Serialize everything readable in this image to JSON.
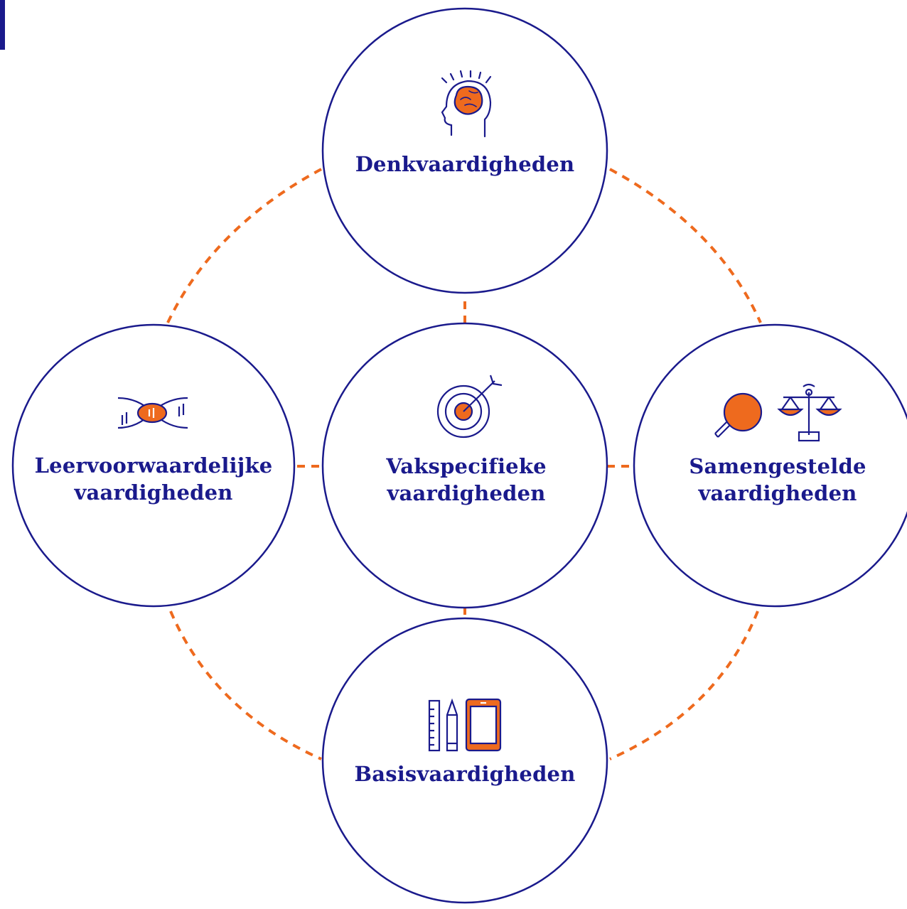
{
  "colors": {
    "navy": "#1a1a8c",
    "orange": "#ee6a1e",
    "background": "#ffffff"
  },
  "nodes": {
    "top": {
      "lines": [
        "Denkvaardigheden"
      ],
      "icon": "brain-head-icon"
    },
    "left": {
      "lines": [
        "Leervoorwaardelijke",
        "vaardigheden"
      ],
      "icon": "dna-helix-icon"
    },
    "center": {
      "lines": [
        "Vakspecifieke",
        "vaardigheden"
      ],
      "icon": "target-arrow-icon"
    },
    "right": {
      "lines": [
        "Samengestelde",
        "vaardigheden"
      ],
      "icon": "magnifier-scales-icon"
    },
    "bottom": {
      "lines": [
        "Basisvaardigheden"
      ],
      "icon": "ruler-pencil-tablet-icon"
    }
  },
  "connectors": {
    "style": "dashed",
    "color": "orange"
  }
}
